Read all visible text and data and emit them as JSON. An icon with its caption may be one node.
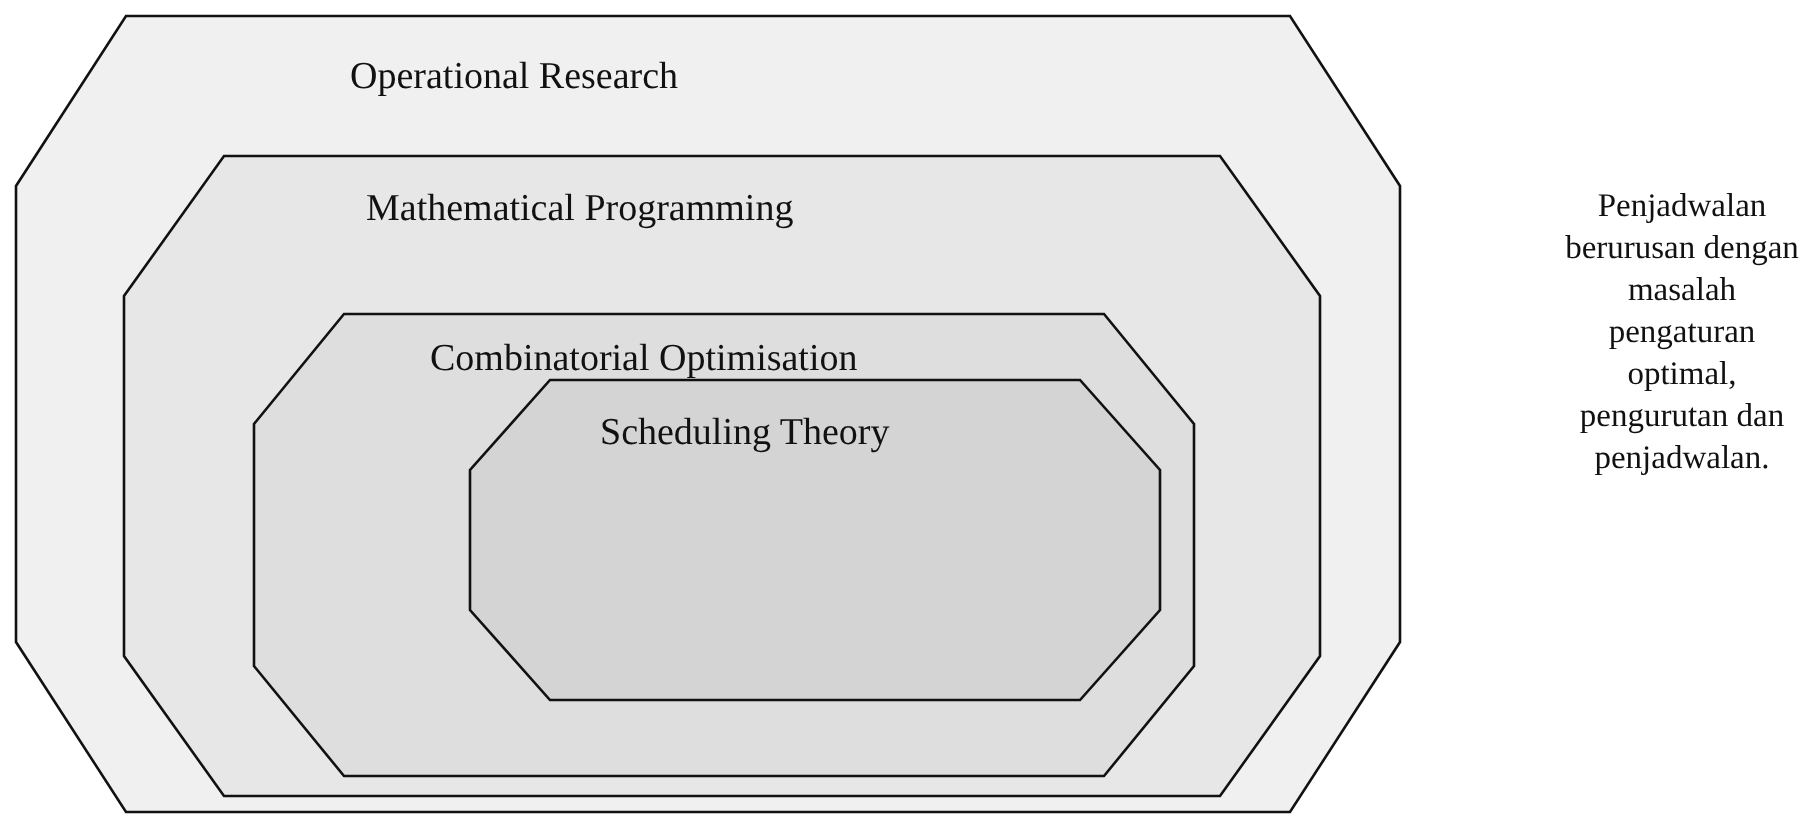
{
  "diagram": {
    "nodes": [
      {
        "text": [
          "Operational Research"
        ]
      },
      {
        "text": [
          "Mathematical Programming"
        ],
        "in": 0
      },
      {
        "text": [
          "Combinatorial Optimisation"
        ],
        "in": 1
      },
      {
        "text": [
          "Scheduling Theory"
        ],
        "in": 2
      }
    ],
    "labels": [
      "Penjadwalan berurusan dengan masalah pengaturan optimal, pengurutan dan penjadwalan."
    ]
  }
}
